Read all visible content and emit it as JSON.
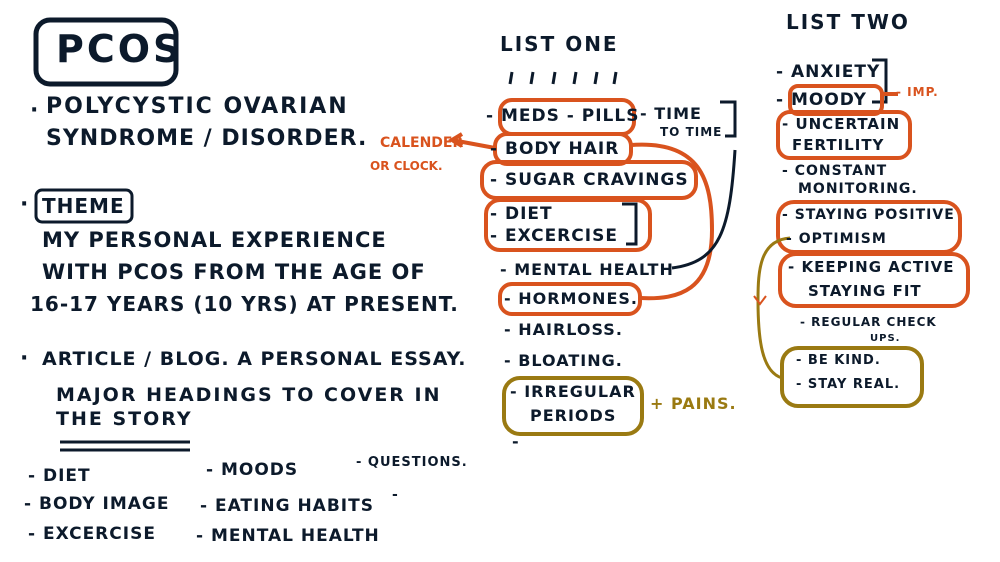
{
  "title": "PCOS",
  "definition": {
    "line1": "Polycystic Ovarian",
    "line2": "Syndrome / Disorder."
  },
  "theme": {
    "label": "Theme",
    "line1": "My personal experience",
    "line2": "with PCOS from the age of",
    "line3": "16-17 years (10 yrs) at present."
  },
  "article": {
    "line1": "Article / Blog. A personal essay.",
    "line2": "Major headings to cover in",
    "line3": "the story"
  },
  "headings": {
    "col1": [
      "Diet",
      "Body Image",
      "Excercise"
    ],
    "col2": [
      "Moods",
      "Eating Habits",
      "Mental Health"
    ],
    "col3": [
      "Questions."
    ]
  },
  "list_one": {
    "heading": "List One",
    "items": [
      "Meds - Pills",
      "Body Hair",
      "Sugar Cravings",
      "Diet",
      "Excercise",
      "Mental Health",
      "Hormones.",
      "Hairloss.",
      "Bloating.",
      "Irregular",
      "Periods"
    ],
    "note_time": [
      "- Time",
      "to time"
    ],
    "note_calender": [
      "Calender",
      "or clock."
    ],
    "note_pains": "+ Pains."
  },
  "list_two": {
    "heading": "List Two",
    "items": [
      "Anxiety",
      "Moody",
      "Uncertain",
      "Fertility",
      "Constant",
      "Monitoring.",
      "Staying Positive",
      "Optimism",
      "Keeping Active",
      "Staying Fit",
      "Regular Check",
      "ups.",
      "Be kind.",
      "Stay Real."
    ],
    "note_imp": "- Imp."
  },
  "colors": {
    "ink": "#0c1a2b",
    "orange": "#d9531e",
    "olive": "#9a7a12"
  }
}
